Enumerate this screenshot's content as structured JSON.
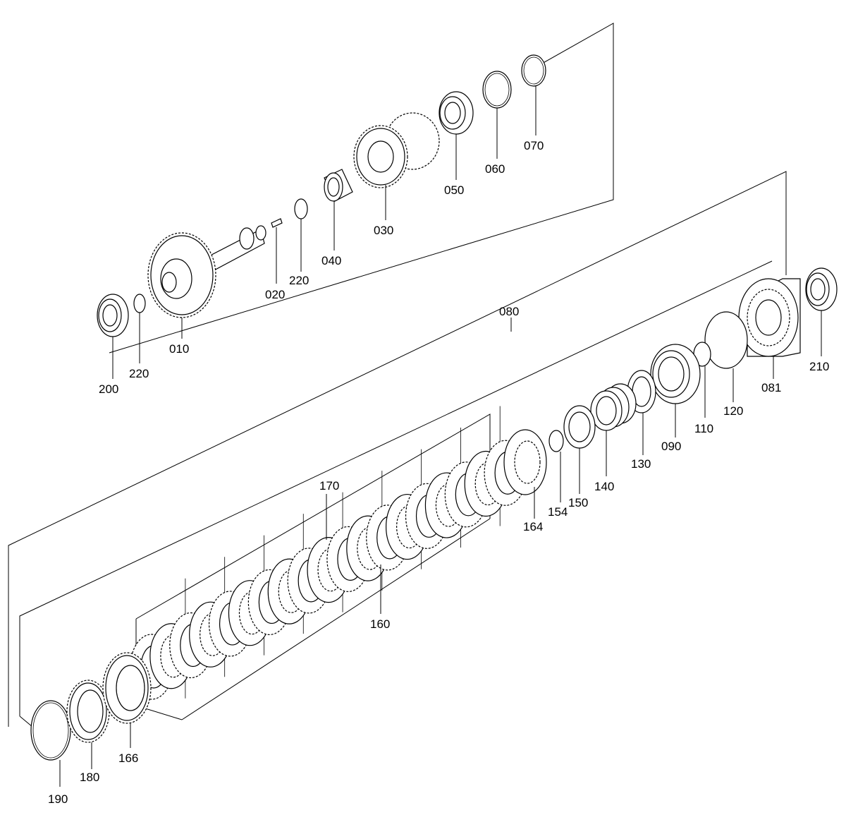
{
  "colors": {
    "line": "#000000",
    "background": "#ffffff"
  },
  "labels": {
    "p010": "010",
    "p020": "020",
    "p030": "030",
    "p040": "040",
    "p050": "050",
    "p060": "060",
    "p070": "070",
    "p080": "080",
    "p081": "081",
    "p090": "090",
    "p110": "110",
    "p120": "120",
    "p130": "130",
    "p140": "140",
    "p150": "150",
    "p154": "154",
    "p160": "160",
    "p164": "164",
    "p166": "166",
    "p170": "170",
    "p180": "180",
    "p190": "190",
    "p200": "200",
    "p210": "210",
    "p220a": "220",
    "p220b": "220"
  }
}
